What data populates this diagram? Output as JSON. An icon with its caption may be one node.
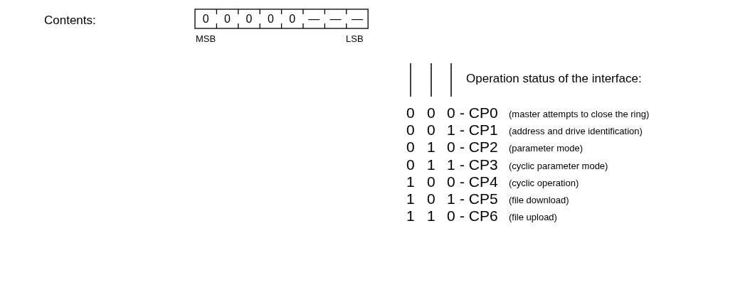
{
  "diagram": {
    "labels": [
      "Contents:",
      "0",
      "0",
      "0",
      "0",
      "0",
      "—",
      "—",
      "—",
      "MSB",
      "LSB",
      "Operation status of the interface:",
      "0",
      "0",
      "0",
      "- CP0",
      "(master attempts to close the ring)",
      "0",
      "0",
      "1",
      "- CP1",
      "(address and drive identification)",
      "0",
      "1",
      "0",
      "- CP2",
      "(parameter mode)",
      "0",
      "1",
      "1",
      "- CP3",
      "(cyclic parameter mode)",
      "1",
      "0",
      "0",
      "- CP4",
      "(cyclic operation)",
      "1",
      "0",
      "1",
      "- CP5",
      "(file download)",
      "1",
      "1",
      "0",
      "- CP6",
      "(file upload)"
    ]
  }
}
